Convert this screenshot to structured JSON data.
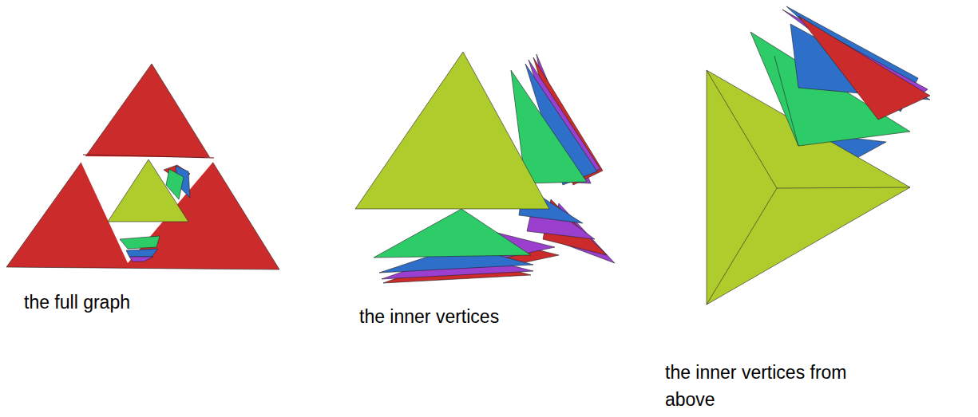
{
  "diagram": {
    "labels": [
      "the full graph",
      "the inner vertices",
      "the inner vertices from above"
    ]
  }
}
